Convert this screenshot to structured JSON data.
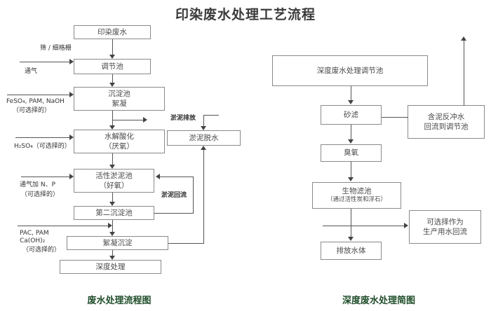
{
  "header": {
    "title": "印染废水处理工艺流程"
  },
  "left_diagram": {
    "caption": "废水处理流程图",
    "boxes": [
      {
        "id": "raw-wastewater",
        "label": "印染废水",
        "sub": ""
      },
      {
        "id": "equalization-tank",
        "label": "调节池",
        "sub": ""
      },
      {
        "id": "sedimentation-tank",
        "label": "沉淀池",
        "sub": "絮凝"
      },
      {
        "id": "hydrolysis-acid",
        "label": "水解酸化",
        "sub": "（厌氧）"
      },
      {
        "id": "activated-sludge",
        "label": "活性淤泥池",
        "sub": "（好氧）"
      },
      {
        "id": "second-sed-tank",
        "label": "第二沉淀池",
        "sub": ""
      },
      {
        "id": "coagulation-settle",
        "label": "絮凝沉淀",
        "sub": ""
      },
      {
        "id": "advanced-treatment",
        "label": "深度处理",
        "sub": ""
      },
      {
        "id": "sludge-dewatering",
        "label": "淤泥脱水",
        "sub": ""
      }
    ],
    "labels": {
      "screen_grille": "筛 / 细格栅",
      "aeration": "通气",
      "feso4_line1": "FeSO₄, PAM, NaOH",
      "feso4_line2": "（可选择的）",
      "h2so4": "H₂SO₄（可选择的）",
      "aeration_np_line1": "通气加 N、P",
      "aeration_np_line2": "（可选择的）",
      "pac_line1": "PAC, PAM",
      "pac_line2": "Ca(OH)₂",
      "pac_line3": "（可选择的）",
      "sludge_discharge": "淤泥排放",
      "sludge_return": "淤泥回流"
    }
  },
  "right_diagram": {
    "caption": "深度废水处理简图",
    "boxes": [
      {
        "id": "advanced-equalization",
        "label": "深度废水处理调节池",
        "sub": ""
      },
      {
        "id": "sand-filter",
        "label": "砂滤",
        "sub": ""
      },
      {
        "id": "ozone",
        "label": "臭氧",
        "sub": ""
      },
      {
        "id": "biological-filter",
        "label": "生物滤池",
        "sub": "（通过活性炭和浮石）"
      },
      {
        "id": "discharge-water-body",
        "label": "排放水体",
        "sub": ""
      },
      {
        "id": "backwash-return",
        "label": "含泥反冲水",
        "sub": "回流到调节池"
      },
      {
        "id": "process-water-reuse",
        "label": "可选择作为",
        "sub": "生产用水回流"
      }
    ]
  },
  "colors": {
    "box_border": "#8a8a8a",
    "line": "#555555",
    "title_text": "#3b3b3b",
    "caption_text": "#1f4d2a",
    "box_text": "#4a4a4a",
    "background": "#ffffff"
  }
}
